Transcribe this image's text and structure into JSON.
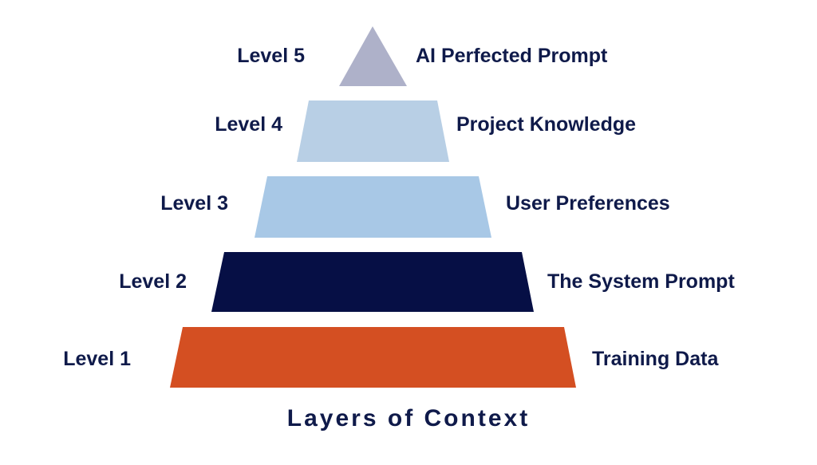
{
  "title": "Layers of Context",
  "layers": [
    {
      "level": "Level 5",
      "name": "AI Perfected Prompt",
      "color": "#aeb1c9"
    },
    {
      "level": "Level 4",
      "name": "Project Knowledge",
      "color": "#b8cfe5"
    },
    {
      "level": "Level 3",
      "name": "User Preferences",
      "color": "#a8c8e6"
    },
    {
      "level": "Level 2",
      "name": "The System Prompt",
      "color": "#060f45"
    },
    {
      "level": "Level 1",
      "name": "Training Data",
      "color": "#d44f22"
    }
  ]
}
